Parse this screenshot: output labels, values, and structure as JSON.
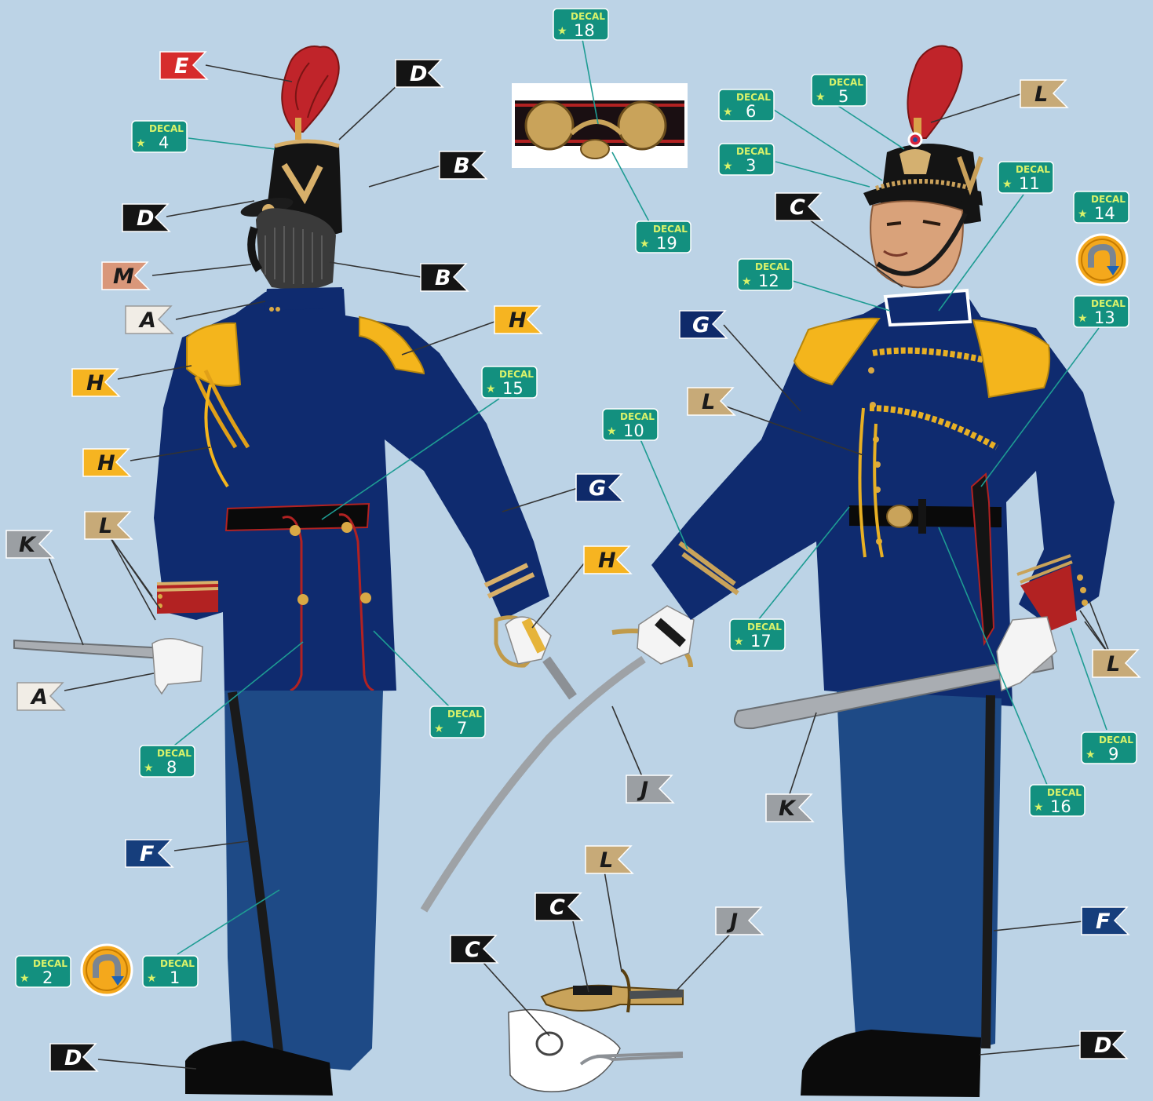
{
  "colors": {
    "background": "#bcd3e6",
    "jacket": "#0d2a6e",
    "trousers": "#1f4a85",
    "stripe": "#1b1b1b",
    "gold": "#f4b51c",
    "piping": "#c62828",
    "decal_badge": "#13907f",
    "line_teal": "#1e9c93",
    "line_dark": "#333333"
  },
  "flag_colors": {
    "A": "#f1ede6",
    "B": "#141414",
    "C": "#141414",
    "D": "#141414",
    "E": "#d62c2c",
    "F": "#163e7c",
    "G": "#0f2a6a",
    "H": "#f6b421",
    "J": "#9b9fa3",
    "K": "#9b9fa3",
    "L": "#c7aa78",
    "M": "#d9977a"
  },
  "flags": [
    {
      "letter": "E"
    },
    {
      "letter": "D"
    },
    {
      "letter": "B"
    },
    {
      "letter": "D"
    },
    {
      "letter": "M"
    },
    {
      "letter": "B"
    },
    {
      "letter": "A"
    },
    {
      "letter": "H"
    },
    {
      "letter": "H"
    },
    {
      "letter": "H"
    },
    {
      "letter": "L"
    },
    {
      "letter": "K"
    },
    {
      "letter": "A"
    },
    {
      "letter": "G"
    },
    {
      "letter": "H"
    },
    {
      "letter": "J"
    },
    {
      "letter": "F"
    },
    {
      "letter": "C"
    },
    {
      "letter": "L"
    },
    {
      "letter": "C"
    },
    {
      "letter": "J"
    },
    {
      "letter": "L"
    },
    {
      "letter": "C"
    },
    {
      "letter": "G"
    },
    {
      "letter": "L"
    },
    {
      "letter": "K"
    },
    {
      "letter": "L"
    },
    {
      "letter": "F"
    },
    {
      "letter": "D"
    },
    {
      "letter": "D"
    }
  ],
  "decal_label": "DECAL",
  "decals": [
    {
      "num": "18"
    },
    {
      "num": "19"
    },
    {
      "num": "4"
    },
    {
      "num": "15"
    },
    {
      "num": "10"
    },
    {
      "num": "8"
    },
    {
      "num": "7"
    },
    {
      "num": "2"
    },
    {
      "num": "1"
    },
    {
      "num": "6"
    },
    {
      "num": "5"
    },
    {
      "num": "3"
    },
    {
      "num": "11"
    },
    {
      "num": "14"
    },
    {
      "num": "12"
    },
    {
      "num": "13"
    },
    {
      "num": "17"
    },
    {
      "num": "9"
    },
    {
      "num": "16"
    }
  ],
  "flip_icons": [
    "flip-arrow-icon",
    "flip-arrow-icon"
  ]
}
